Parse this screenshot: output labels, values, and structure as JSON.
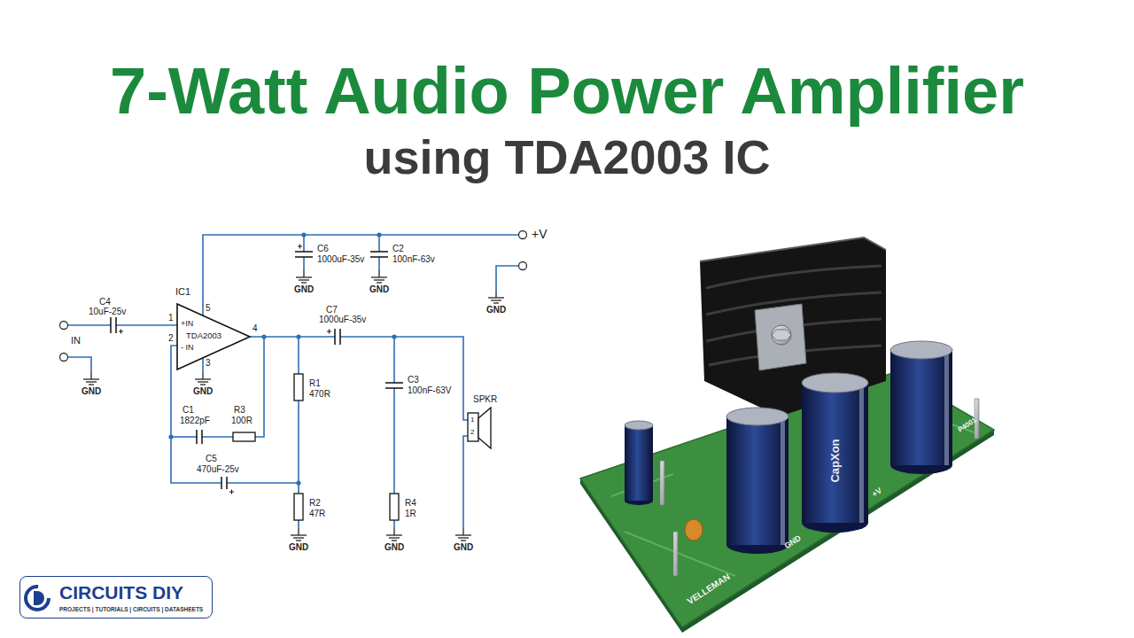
{
  "diagram": {
    "title": "7-Watt Audio Power Amplifier",
    "caption": "using TDA2003 IC",
    "nodes": [
      {
        "text": [
          "IC1",
          "+IN",
          "TDA2003",
          "- IN"
        ]
      },
      {
        "text": [
          "CIRCUITS DIY",
          "PROJECTS | TUTORIALS | CIRCUITS | DATASHEETS"
        ]
      }
    ],
    "labels": [
      "+V",
      "GND",
      "C6",
      "1000uF-35v",
      "GND",
      "C2",
      "100nF-63v",
      "GND",
      "C4",
      "10uF-25v",
      "1",
      "2",
      "5",
      "3",
      "4",
      "IN",
      "GND",
      "GND",
      "C7",
      "1000uF-35v",
      "R1",
      "470R",
      "C3",
      "100nF-63V",
      "SPKR",
      "1",
      "2",
      "C1",
      "1822pF",
      "R3",
      "100R",
      "C5",
      "470uF-25v",
      "R2",
      "47R",
      "GND",
      "R4",
      "1R",
      "GND",
      "GND",
      "CapXon",
      "VELLEMAN",
      "GND",
      "+V",
      "P4001"
    ]
  }
}
